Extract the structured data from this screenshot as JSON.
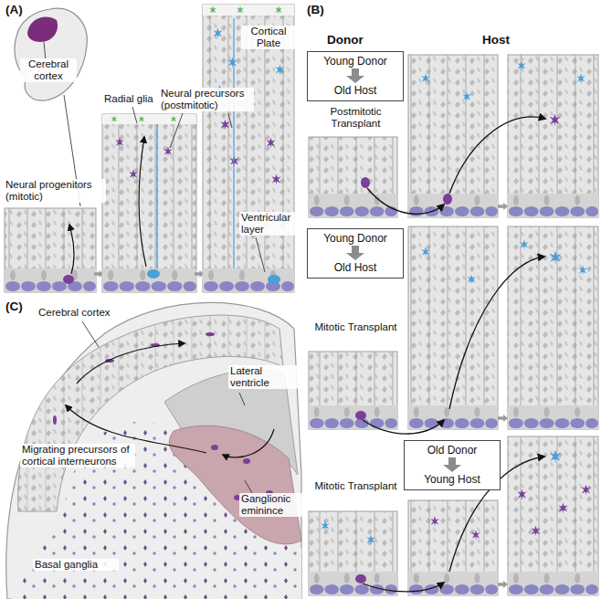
{
  "diagram": {
    "nodes": [
      {
        "text": [
          "Young Donor",
          "Old Host"
        ]
      },
      {
        "text": [
          "Young Donor",
          "Old Host"
        ]
      },
      {
        "text": [
          "Old Donor",
          "Young Host"
        ]
      }
    ],
    "labels": [
      "(A)",
      "Cerebral cortex",
      "Neural progenitors (mitotic)",
      "Radial glia",
      "Neural precursors (postmitotic)",
      "Cortical Plate",
      "Ventricular layer",
      "(B)",
      "Donor",
      "Host",
      "Postmitotic Transplant",
      "Mitotic Transplant",
      "Mitotic Transplant",
      "(C)",
      "Cerebral cortex",
      "Lateral ventricle",
      "Migrating precursors of cortical interneurons",
      "Ganglionic eminince",
      "Basal ganglia"
    ]
  }
}
